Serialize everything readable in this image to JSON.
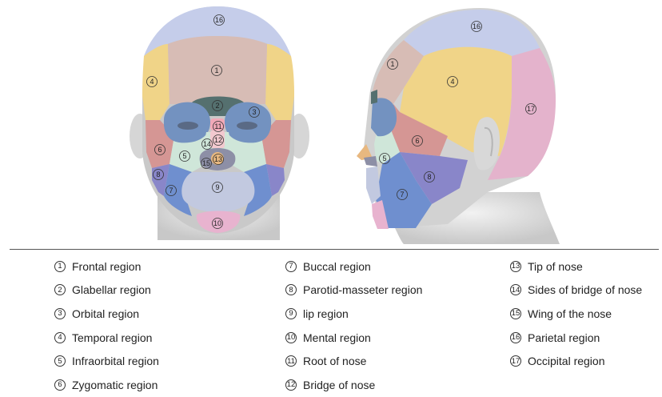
{
  "legend": [
    {
      "n": "1",
      "label": "Frontal region"
    },
    {
      "n": "2",
      "label": "Glabellar region"
    },
    {
      "n": "3",
      "label": "Orbital region"
    },
    {
      "n": "4",
      "label": "Temporal region"
    },
    {
      "n": "5",
      "label": "Infraorbital region"
    },
    {
      "n": "6",
      "label": "Zygomatic region"
    },
    {
      "n": "7",
      "label": "Buccal region"
    },
    {
      "n": "8",
      "label": "Parotid-masseter region"
    },
    {
      "n": "9",
      "label": "lip region"
    },
    {
      "n": "10",
      "label": "Mental region"
    },
    {
      "n": "11",
      "label": "Root of nose"
    },
    {
      "n": "12",
      "label": "Bridge of nose"
    },
    {
      "n": "13",
      "label": "Tip of nose"
    },
    {
      "n": "14",
      "label": "Sides of bridge of nose"
    },
    {
      "n": "15",
      "label": "Wing of the nose"
    },
    {
      "n": "16",
      "label": "Parietal region"
    },
    {
      "n": "17",
      "label": "Occipital region"
    }
  ],
  "colors": {
    "parietal": "#c5cdea",
    "frontal": "#d7bcb5",
    "temporal": "#f0d488",
    "glabellar": "#55706f",
    "orbital": "#7392c0",
    "zygomatic": "#d59694",
    "infraorbital": "#cfe6d9",
    "buccal": "#6f8fcf",
    "parotid": "#8986c9",
    "lip": "#c2c9e0",
    "mental": "#e8b3cf",
    "nose_root": "#f1a9b8",
    "nose_bridge": "#f2c9cf",
    "nose_tip": "#e8b880",
    "nose_wing": "#8d8fa6",
    "occipital": "#e4b3cc",
    "skin": "#dcdcdc"
  }
}
